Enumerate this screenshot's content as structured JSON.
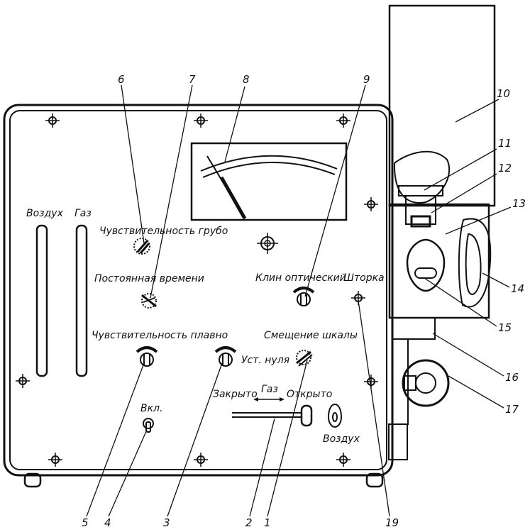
{
  "labels": {
    "vozdukh_top": "Воздух",
    "gaz_top": "Газ",
    "sens_coarse": "Чувствительность грубо",
    "time_const": "Постоянная времени",
    "optical_wedge": "Клин оптический",
    "shutter": "Шторка",
    "sens_fine": "Чувствительность плавно",
    "zero_set": "Уст. нуля",
    "scale_shift": "Смещение шкалы",
    "power_on": "Вкл.",
    "closed": "Закрыто",
    "gas": "Газ",
    "open": "Открыто",
    "vozdukh_bottom": "Воздух"
  },
  "callouts": [
    "1",
    "2",
    "3",
    "4",
    "5",
    "6",
    "7",
    "8",
    "9",
    "10",
    "11",
    "12",
    "13",
    "14",
    "15",
    "16",
    "17",
    "19"
  ]
}
